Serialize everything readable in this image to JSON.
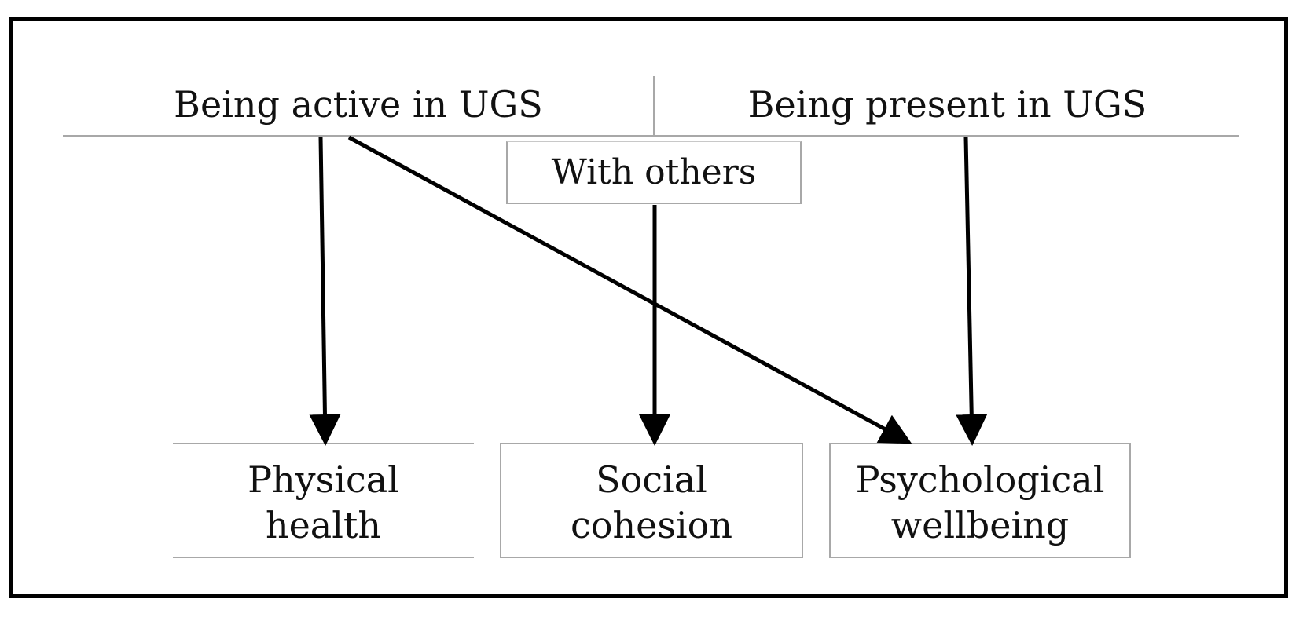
{
  "diagram": {
    "sources": {
      "active": "Being active in UGS",
      "present": "Being present in UGS"
    },
    "moderator": "With others",
    "outcomes": {
      "physical": "Physical\nhealth",
      "social": "Social\ncohesion",
      "psychological": "Psychological\nwellbeing"
    },
    "edges": [
      {
        "from": "Being active in UGS",
        "to": "Physical health"
      },
      {
        "from": "Being active in UGS",
        "to": "Psychological wellbeing"
      },
      {
        "from": "With others",
        "to": "Social cohesion"
      },
      {
        "from": "Being present in UGS",
        "to": "Psychological wellbeing"
      }
    ],
    "colors": {
      "arrow": "#000000",
      "box_border": "#a8a8a8",
      "frame": "#000000"
    }
  }
}
